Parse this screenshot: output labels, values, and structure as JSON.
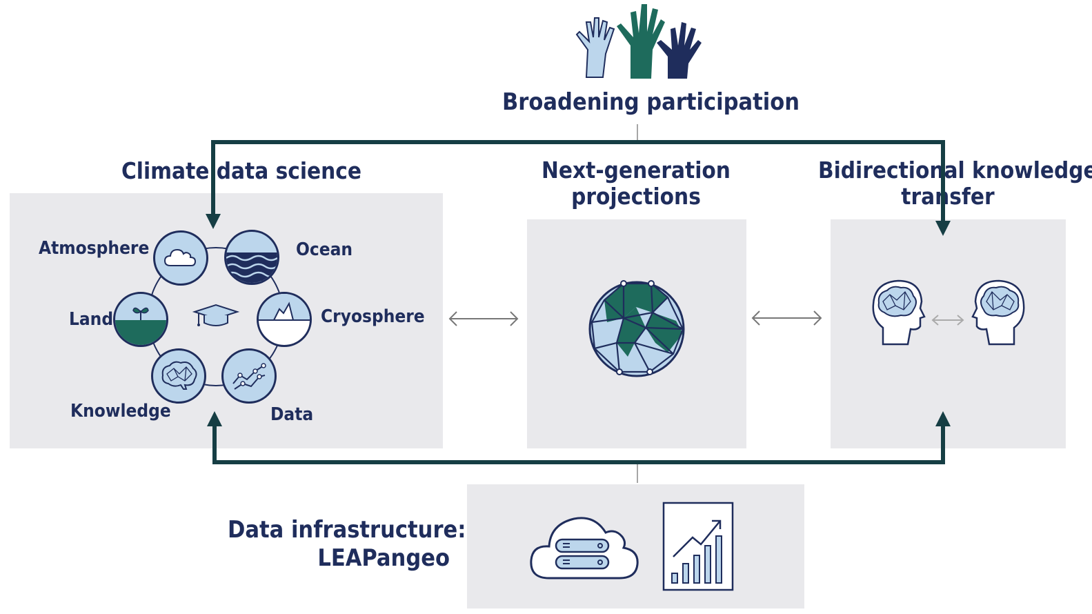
{
  "title": "Broadening participation",
  "columns": {
    "climate": "Climate data science",
    "projections": [
      "Next-generation",
      "projections"
    ],
    "transfer": [
      "Bidirectional knowledge",
      "transfer"
    ]
  },
  "cycle_nodes": {
    "atmosphere": "Atmosphere",
    "ocean": "Ocean",
    "cryosphere": "Cryosphere",
    "data": "Data",
    "knowledge": "Knowledge",
    "land": "Land"
  },
  "infrastructure": [
    "Data infrastructure:",
    "LEAPangeo"
  ],
  "colors": {
    "navy": "#1f2d5c",
    "teal": "#1e6b5c",
    "light_blue": "#bcd6ec",
    "arrow": "#163e44",
    "panel": "#e9e9ec"
  },
  "icons": [
    "raised-hands-icon",
    "graduation-cap-icon",
    "globe-network-icon",
    "brain-head-icon",
    "cloud-server-icon",
    "bar-chart-icon"
  ]
}
